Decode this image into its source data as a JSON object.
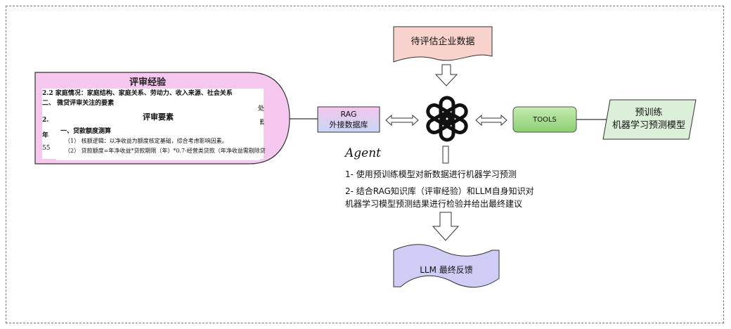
{
  "enterprise_data": "待评估企业数据",
  "rag": {
    "line1": "RAG",
    "line2": "外接数据库"
  },
  "tools": "TOOLS",
  "ml_model": {
    "line1": "预训练",
    "line2": "机器学习预测模型"
  },
  "llm_feedback": "LLM 最终反馈",
  "knowledge": {
    "title": "评审经验",
    "doc1_lines": [
      "2.2 家庭情况：家庭结构、家庭关系、劳动力、收入来源、社会关系",
      "二、  微贷评审关注的要素",
      "2.",
      "年",
      "55"
    ],
    "doc1_right": [
      "处",
      "黑"
    ],
    "doc2_title": "评审要素",
    "doc2_lines": [
      "一、贷款额度测算",
      "（1） 核额逻辑：以净收益为额度核定基础，综合考虑影响因素。",
      "（2） 贷款额度=年净收益*贷款期限（年）*0.7-经营类贷款（年净收益需剔除贷"
    ]
  },
  "agent": {
    "label": "Agent",
    "step1": "1- 使用预训练模型对新数据进行机器学习预测",
    "step2_line1": "2- 结合RAG知识库（评审经验）和LLM自身知识对",
    "step2_line2": "机器学习模型预测结果进行检验并给出最终建议"
  },
  "colors": {
    "enterprise_fill": "#f8d2cc",
    "rag_fill_top": "#f2c6ea",
    "rag_fill_bottom": "#c9d6f6",
    "tools_fill": "#a9dc8f",
    "model_fill": "#dcefd8",
    "llm_fill": "#cfcdf6",
    "knowledge_fill": "#f6c8ef"
  },
  "icons": [
    "openai-logo-icon",
    "double-arrow-icon",
    "down-arrow-icon"
  ]
}
